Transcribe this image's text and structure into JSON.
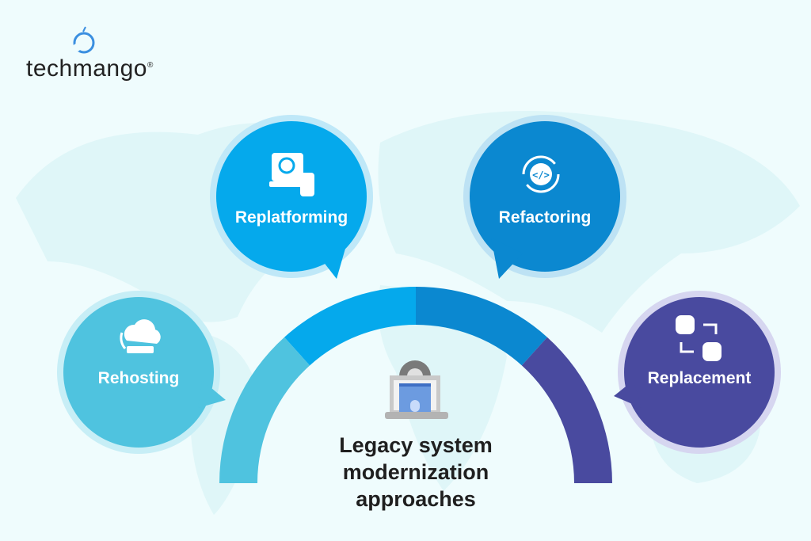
{
  "brand": {
    "name_part1": "tech",
    "name_part2": "mango",
    "registered": "®"
  },
  "title": {
    "line1": "Legacy system",
    "line2": "modernization",
    "line3": "approaches"
  },
  "approaches": [
    {
      "label": "Rehosting",
      "icon": "cloud-server-icon",
      "color": "#4fc3df"
    },
    {
      "label": "Replatforming",
      "icon": "platform-sync-icon",
      "color": "#05a9ec"
    },
    {
      "label": "Refactoring",
      "icon": "code-refresh-icon",
      "color": "#0b88d0"
    },
    {
      "label": "Replacement",
      "icon": "swap-blocks-icon",
      "color": "#494a9f"
    }
  ],
  "center_icon": "laptop-building-gear-icon"
}
